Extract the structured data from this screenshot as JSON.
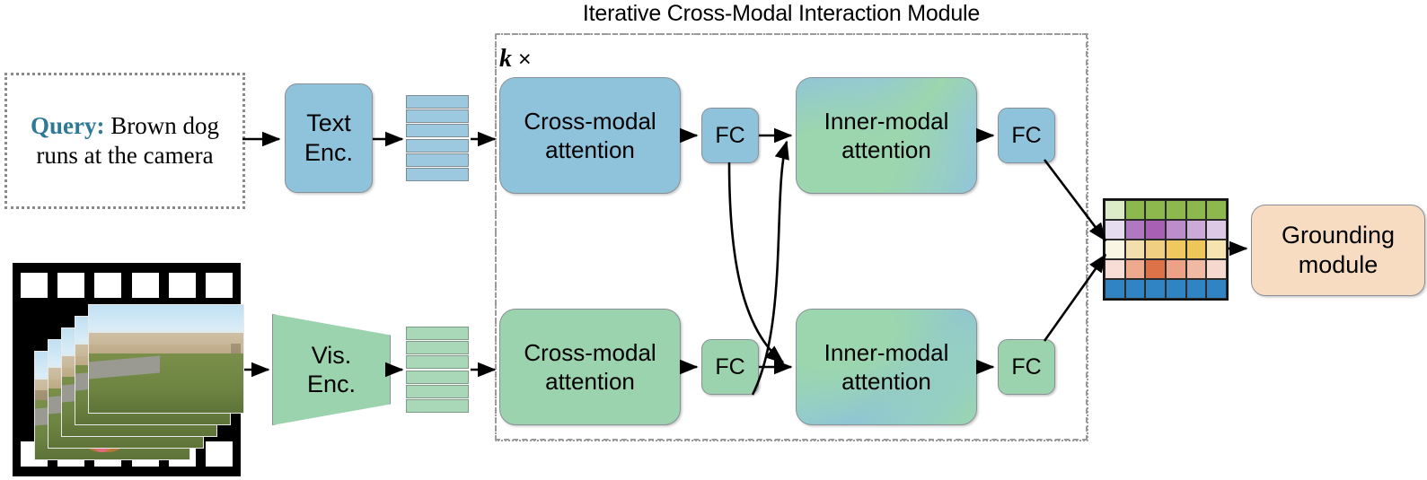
{
  "diagram": {
    "title": "Iterative Cross-Modal Interaction Module",
    "repeat_label": "k",
    "repeat_symbol": "×"
  },
  "query": {
    "label": "Query:",
    "text": " Brown dog runs at the camera",
    "full_text": "Query: Brown dog runs at the camera",
    "label_color": "#2E7A96"
  },
  "encoders": {
    "text": {
      "line1": "Text",
      "line2": "Enc."
    },
    "visual": {
      "line1": "Vis.",
      "line2": "Enc."
    }
  },
  "features": {
    "text_bars": 6,
    "visual_bars": 6,
    "text_bar_color": "#9CC9E0",
    "visual_bar_color": "#A9D8B9"
  },
  "blocks": {
    "cross_modal_top": {
      "line1": "Cross-modal",
      "line2": "attention",
      "color": "#8FC3DC"
    },
    "cross_modal_bottom": {
      "line1": "Cross-modal",
      "line2": "attention",
      "color": "#9AD3AD"
    },
    "inner_modal_top": {
      "line1": "Inner-modal",
      "line2": "attention"
    },
    "inner_modal_bottom": {
      "line1": "Inner-modal",
      "line2": "attention"
    },
    "fc_top_1": {
      "label": "FC",
      "color": "#8FC3DC"
    },
    "fc_top_2": {
      "label": "FC",
      "color": "#8FC3DC"
    },
    "fc_bottom_1": {
      "label": "FC",
      "color": "#9AD3AD"
    },
    "fc_bottom_2": {
      "label": "FC",
      "color": "#9AD3AD"
    }
  },
  "grounding": {
    "line1": "Grounding",
    "line2": "module",
    "color": "#F7DCC2"
  },
  "feature_grid": {
    "rows": 5,
    "cols": 6,
    "cells": [
      [
        "#DCEBC8",
        "#8CB84E",
        "#8CB84E",
        "#8CB84E",
        "#8CB84E",
        "#8CB84E"
      ],
      [
        "#E6DCEF",
        "#B078C0",
        "#A760B4",
        "#BC8CCB",
        "#CBAAD8",
        "#DCC9E6"
      ],
      [
        "#FAF6E4",
        "#F3DFAE",
        "#F0CF82",
        "#EFC95F",
        "#EEC65A",
        "#F5E3B0"
      ],
      [
        "#F7DDD6",
        "#EFA98C",
        "#DD7248",
        "#EDA287",
        "#EFB9A4",
        "#F6D9CE"
      ],
      [
        "#3184C4",
        "#3184C4",
        "#3184C4",
        "#3184C4",
        "#3184C4",
        "#3184C4"
      ]
    ]
  },
  "video": {
    "frame_count": 5,
    "sprocket_count": 6,
    "scene": "brown dog running on grass with road and trees"
  }
}
